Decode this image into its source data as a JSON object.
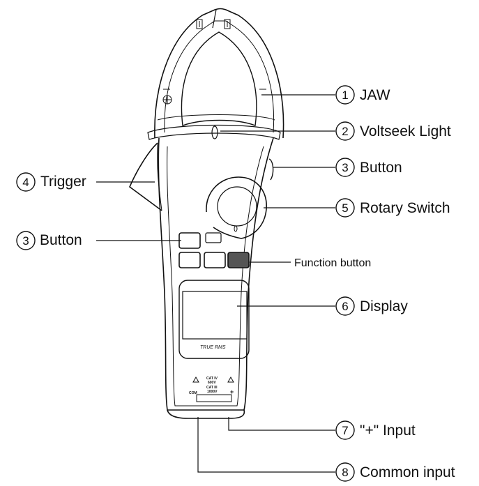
{
  "callouts": [
    {
      "number": "1",
      "label": "JAW"
    },
    {
      "number": "2",
      "label": "Voltseek Light"
    },
    {
      "number": "3",
      "label": "Button"
    },
    {
      "number": "4",
      "label": "Trigger"
    },
    {
      "number": "5",
      "label": "Rotary Switch"
    },
    {
      "number": "3",
      "label": "Button"
    },
    {
      "number": "6",
      "label": "Display"
    },
    {
      "number": "7",
      "label": "\"+\" Input"
    },
    {
      "number": "8",
      "label": "Common input"
    }
  ],
  "function_button_label": "Function button",
  "device": {
    "display_text": "TRUE RMS",
    "jack_common": "COM",
    "jack_plus": "+",
    "cat_line1": "CAT IV",
    "cat_line2": "600V",
    "cat_line3": "CAT III",
    "cat_line4": "1000V"
  }
}
